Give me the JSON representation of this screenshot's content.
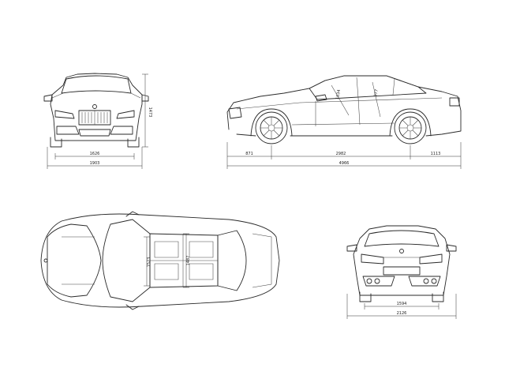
{
  "dimensions": {
    "front_track": "1626",
    "front_width": "1903",
    "height": "1473",
    "front_overhang": "871",
    "wheelbase": "2982",
    "rear_overhang": "1113",
    "overall_length": "4966",
    "headroom_front": "1034",
    "headroom_rear": "977",
    "interior_width_a": "1523",
    "interior_width_b": "1487",
    "rear_track": "1594",
    "overall_width": "2126"
  },
  "views": [
    "front-view",
    "side-view",
    "top-view",
    "rear-view"
  ]
}
